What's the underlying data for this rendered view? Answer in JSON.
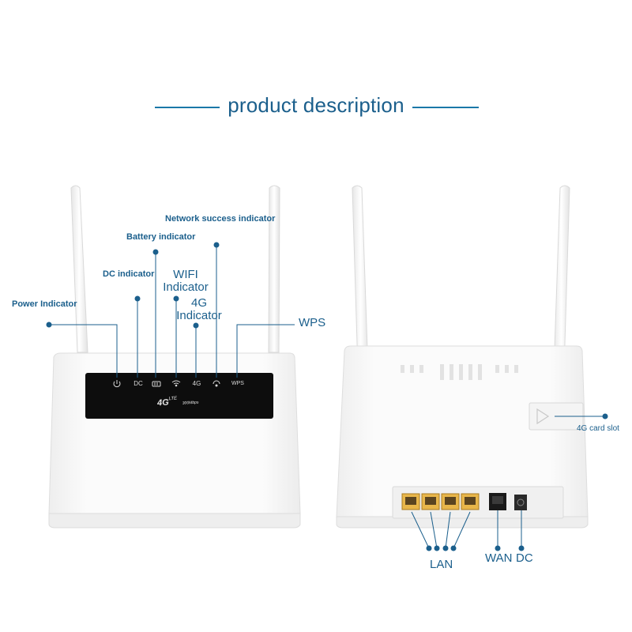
{
  "header": {
    "title": "product description"
  },
  "front": {
    "labels": {
      "power": "Power Indicator",
      "dc": "DC indicator",
      "battery": "Battery indicator",
      "network": "Network success indicator",
      "wifi": "WIFI Indicator",
      "g4": "4G Indicator",
      "wps": "WPS"
    },
    "panel": {
      "dc_text": "DC",
      "g4_text": "4G",
      "wps_text": "WPS",
      "logo_main": "4G",
      "logo_sup": "LTE",
      "logo_speed": "300Mbps"
    }
  },
  "back": {
    "labels": {
      "card_slot": "4G card slot",
      "lan": "LAN",
      "wan": "WAN",
      "dc": "DC"
    }
  },
  "colors": {
    "accent": "#1b5f8c",
    "panel": "#0d0d0d",
    "lan_port": "#e8b64a",
    "body": "#f7f7f7"
  }
}
